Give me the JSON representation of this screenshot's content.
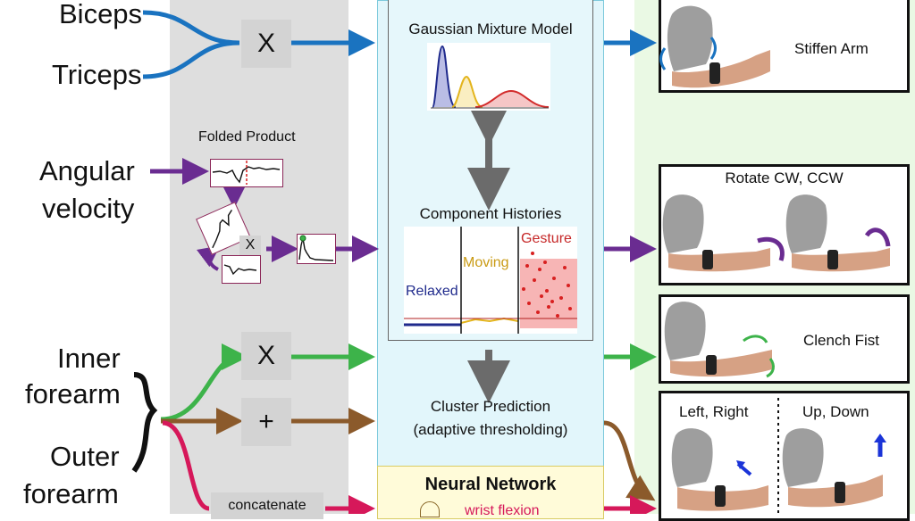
{
  "inputs": {
    "biceps": "Biceps",
    "triceps": "Triceps",
    "angular_velocity_line1": "Angular",
    "angular_velocity_line2": "velocity",
    "inner_forearm_line1": "Inner",
    "inner_forearm_line2": "forearm",
    "outer_forearm_line1": "Outer",
    "outer_forearm_line2": "forearm"
  },
  "operations": {
    "multiply_1": "X",
    "folded_product": "Folded Product",
    "multiply_2": "X",
    "multiply_3": "X",
    "add": "+",
    "concatenate": "concatenate"
  },
  "model": {
    "gmm_title": "Gaussian Mixture Model",
    "histories_title": "Component Histories",
    "relaxed": "Relaxed",
    "moving": "Moving",
    "gesture": "Gesture",
    "prediction_line1": "Cluster Prediction",
    "prediction_line2": "(adaptive thresholding)",
    "nn_title": "Neural Network",
    "nn_sub": "wrist flexion"
  },
  "outputs": {
    "stiffen": "Stiffen Arm",
    "rotate": "Rotate CW, CCW",
    "clench": "Clench Fist",
    "left_right": "Left, Right",
    "up_down": "Up, Down"
  },
  "colors": {
    "blue": "#1a73c0",
    "purple": "#6a2c91",
    "green": "#3db34a",
    "brown": "#8b5a2b",
    "crimson": "#d6185a"
  }
}
